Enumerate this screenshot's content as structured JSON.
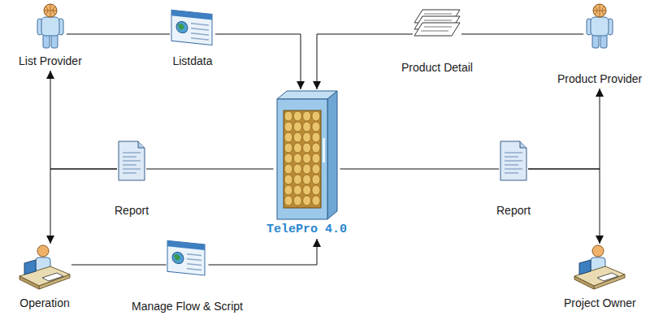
{
  "diagram": {
    "nodes": [
      {
        "text": [
          "List Provider"
        ]
      },
      {
        "text": [
          "Listdata"
        ]
      },
      {
        "text": [
          "Product Detail"
        ]
      },
      {
        "text": [
          "Product Provider"
        ]
      },
      {
        "text": [
          "Report"
        ]
      },
      {
        "text": [
          "TelePro 4.0"
        ]
      },
      {
        "text": [
          "Report"
        ]
      },
      {
        "text": [
          "Operation"
        ]
      },
      {
        "text": [
          "Manage Flow & Script"
        ]
      },
      {
        "text": [
          "Project Owner"
        ]
      }
    ],
    "edges": [
      {
        "from": 0,
        "to": 1,
        "arrow": "none"
      },
      {
        "from": 1,
        "to": 5,
        "arrow": "to"
      },
      {
        "from": 3,
        "to": 2,
        "arrow": "none"
      },
      {
        "from": 2,
        "to": 5,
        "arrow": "to"
      },
      {
        "from": 5,
        "to": 4,
        "arrow": "none"
      },
      {
        "from": 4,
        "to": 0,
        "arrow": "to"
      },
      {
        "from": 4,
        "to": 7,
        "arrow": "to"
      },
      {
        "from": 5,
        "to": 6,
        "arrow": "none"
      },
      {
        "from": 6,
        "to": 3,
        "arrow": "to"
      },
      {
        "from": 6,
        "to": 9,
        "arrow": "to"
      },
      {
        "from": 7,
        "to": 8,
        "arrow": "none"
      },
      {
        "from": 8,
        "to": 5,
        "arrow": "to"
      }
    ]
  }
}
